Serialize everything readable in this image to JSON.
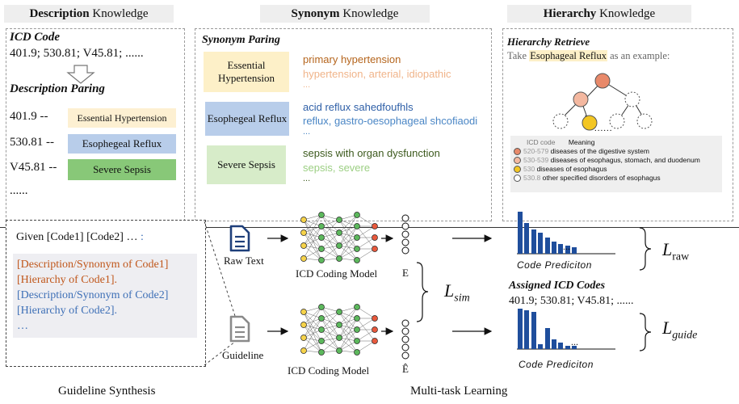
{
  "top": {
    "description_header": {
      "bold": "Description",
      "rest": " Knowledge"
    },
    "synonym_header": {
      "bold": "Synonym",
      "rest": " Knowledge"
    },
    "hierarchy_header": {
      "bold": "Hierarchy",
      "rest": " Knowledge"
    }
  },
  "description_panel": {
    "icd_code_title": "ICD Code",
    "codes_line": "401.9; 530.81; V45.81; ......",
    "paring_title": "Description Paring",
    "rows": [
      {
        "code": "401.9 --",
        "desc": "Essential Hypertension",
        "color": "#fdf0d2"
      },
      {
        "code": "530.81 --",
        "desc": "Esophegeal Reflux",
        "color": "#b8cdea"
      },
      {
        "code": "V45.81 --",
        "desc": "Severe Sepsis",
        "color": "#88c878"
      }
    ],
    "ellipsis": "......"
  },
  "synonym_panel": {
    "title": "Synonym Paring",
    "groups": [
      {
        "label": "Essential Hypertension",
        "color": "#fdf0c8",
        "primary": "primary hypertension",
        "secondary": "hypertension, arterial, idiopathic",
        "primary_color": "#b5651d",
        "secondary_color": "#f0b48a",
        "more": "..."
      },
      {
        "label": "Esophegeal Reflux",
        "color": "#b8cdea",
        "primary": "acid reflux sahedfoufhls",
        "secondary": "reflux, gastro-oesophageal shcofiaodi",
        "primary_color": "#2e5fa7",
        "secondary_color": "#4a86c5",
        "more": "..."
      },
      {
        "label": "Severe Sepsis",
        "color": "#d7ecc9",
        "primary": "sepsis with organ dysfunction",
        "secondary": "sepsis, severe",
        "primary_color": "#3d5a1e",
        "secondary_color": "#9ccf83",
        "more": "..."
      }
    ]
  },
  "hierarchy_panel": {
    "title": "Hierarchy Retrieve",
    "example_prefix": "Take ",
    "example_highlight": "Esophageal Reflux",
    "example_suffix": " as an example:",
    "tree_ellipsis": "......",
    "legend_header_code": "ICD code",
    "legend_header_meaning": "Meaning",
    "legend": [
      {
        "code": "520-579",
        "text": "diseases of the digestive system",
        "color": "#e8896a"
      },
      {
        "code": "530-539",
        "text": "diseases of esophagus, stomach, and duodenum",
        "color": "#f4b8a0"
      },
      {
        "code": "530",
        "text": "diseases of esophagus",
        "color": "#f3c623"
      },
      {
        "code": "530.8",
        "text": "other specified disorders of esophagus",
        "color": "#ffffff"
      }
    ]
  },
  "guideline_box": {
    "given": "Given [Code1] [Code2] …",
    "colon": " :",
    "lines": [
      {
        "text": "[Description/Synonym of Code1]",
        "color": "#c0561a"
      },
      {
        "text": "[Hierarchy of Code1].",
        "color": "#c0561a"
      },
      {
        "text": "[Description/Synonym of Code2]",
        "color": "#3d6fb6"
      },
      {
        "text": "[Hierarchy of Code2].",
        "color": "#3d6fb6"
      },
      {
        "text": "…",
        "color": "#3d6fb6"
      }
    ]
  },
  "flow": {
    "raw_text": "Raw Text",
    "guideline": "Guideline",
    "model_top": "ICD Coding Model",
    "model_bottom": "ICD Coding Model",
    "e_label": "E",
    "e_hat_label": "Ê",
    "l_sim": "L",
    "l_sim_sub": "sim",
    "l_raw": "L",
    "l_raw_sub": "raw",
    "l_guide": "L",
    "l_guide_sub": "guide",
    "code_prediction_top": "Code Prediciton",
    "code_prediction_bottom": "Code Prediciton",
    "assigned_title": "Assigned ICD Codes",
    "assigned_codes": "401.9; 530.81; V45.81; ......",
    "bar_ellipsis": "...",
    "bar_chart_top": [
      52,
      38,
      30,
      26,
      20,
      15,
      12,
      10,
      8
    ],
    "bar_chart_bottom": [
      50,
      48,
      46,
      6,
      26,
      12,
      8,
      4,
      4
    ]
  },
  "captions": {
    "left": "Guideline Synthesis",
    "right": "Multi-task Learning"
  }
}
